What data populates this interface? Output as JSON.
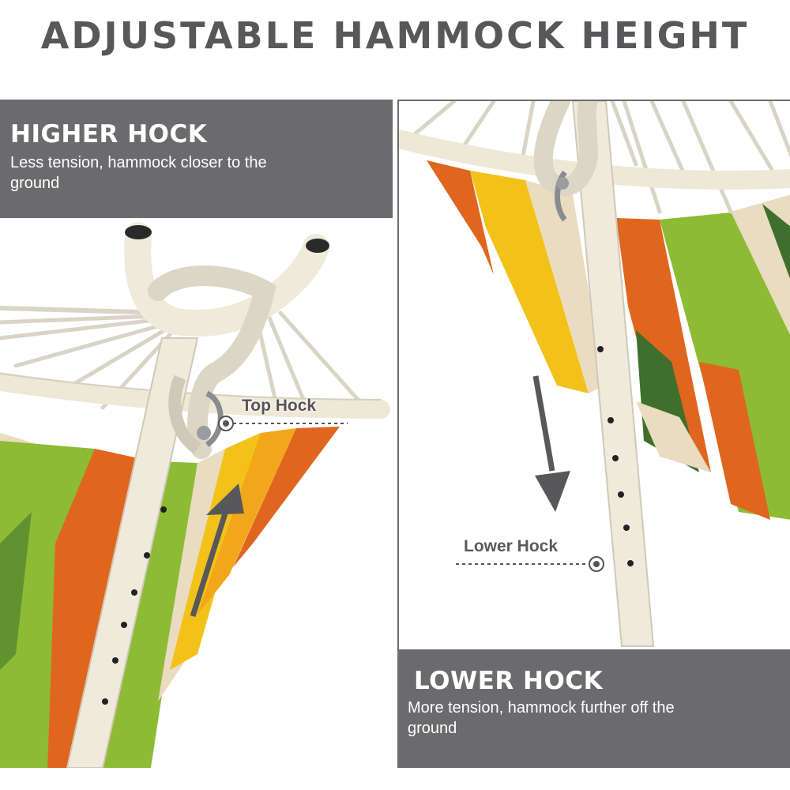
{
  "title": "ADJUSTABLE HAMMOCK HEIGHT",
  "higher": {
    "heading": "HIGHER HOCK",
    "description": "Less tension, hammock closer to the ground",
    "marker_label": "Top Hock"
  },
  "lower": {
    "heading": "LOWER HOCK",
    "description": "More tension, hammock further off the ground",
    "marker_label": "Lower Hock"
  },
  "colors": {
    "title_text": "#58585a",
    "band_background": "#6b6b6d",
    "band_text": "#ffffff",
    "stand": "#efeadb",
    "fabric_green": "#8dbb34",
    "fabric_orange": "#e0661f",
    "fabric_yellow": "#f2c21a",
    "fabric_dark_green": "#3f6f2c",
    "fabric_cream": "#e9dcc0",
    "arrow": "#58585a"
  },
  "icons": [
    "up-arrow-icon",
    "down-arrow-icon",
    "target-marker-icon",
    "hammock-stand-photo"
  ]
}
